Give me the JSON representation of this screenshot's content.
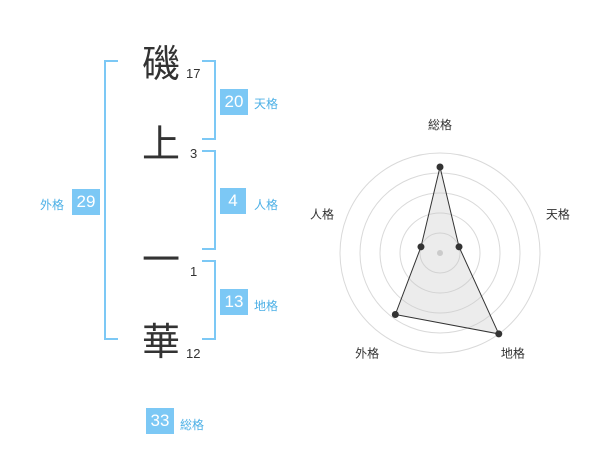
{
  "name": {
    "chars": [
      {
        "char": "磯",
        "strokes": "17"
      },
      {
        "char": "上",
        "strokes": "3"
      },
      {
        "char": "一",
        "strokes": "1"
      },
      {
        "char": "華",
        "strokes": "12"
      }
    ]
  },
  "kaku": {
    "tenkaku": {
      "value": "20",
      "label": "天格"
    },
    "jinkaku": {
      "value": "4",
      "label": "人格"
    },
    "chikaku": {
      "value": "13",
      "label": "地格"
    },
    "gaikaku": {
      "value": "29",
      "label": "外格"
    },
    "soukaku": {
      "value": "33",
      "label": "総格"
    }
  },
  "colors": {
    "accent": "#7cc8f5",
    "label": "#4cb0e6",
    "grid": "#d9d9d9"
  },
  "chart_data": {
    "type": "radar",
    "axes": [
      "総格",
      "天格",
      "地格",
      "外格",
      "人格"
    ],
    "values": [
      4.3,
      1.0,
      5.0,
      3.8,
      1.0
    ],
    "range": [
      0,
      5
    ],
    "grid_rings": 5
  }
}
